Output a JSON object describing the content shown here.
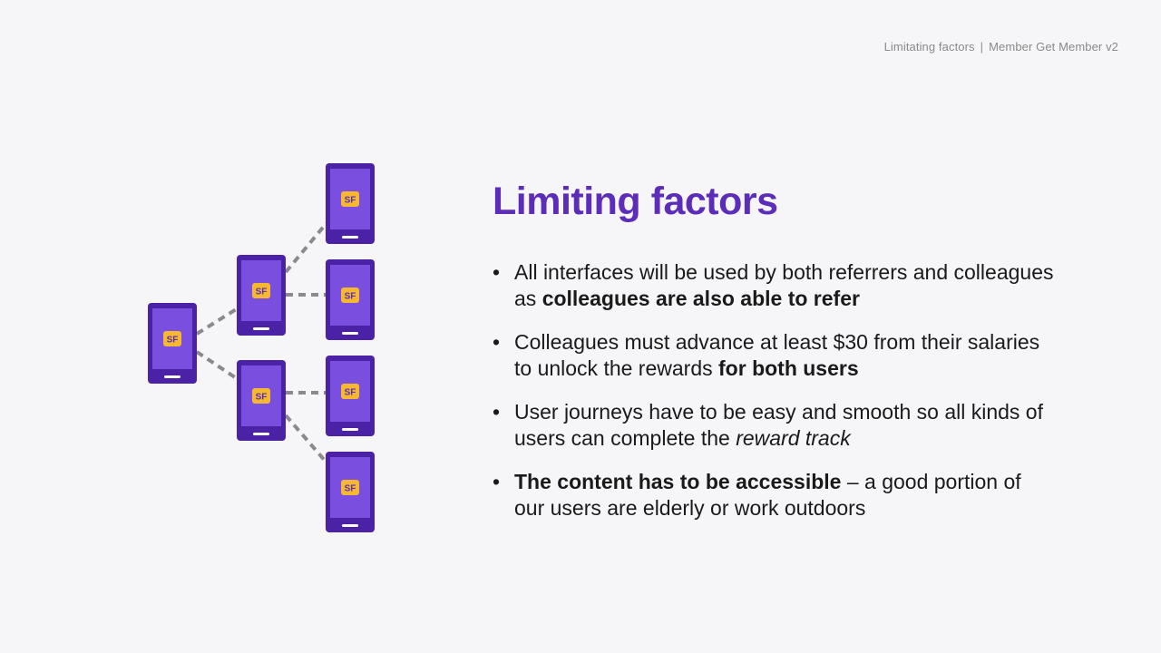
{
  "header": {
    "section": "Limitating  factors",
    "separator": "|",
    "deck": "Member Get Member v2"
  },
  "title": "Limiting factors",
  "bullets": [
    {
      "pre": "All interfaces will be used by both referrers and colleagues as ",
      "bold": "colleagues are also able to refer",
      "post": ""
    },
    {
      "pre": "Colleagues must advance at least $30 from their salaries to unlock the rewards ",
      "bold": "for both users",
      "post": ""
    },
    {
      "pre": "User journeys have to be easy and smooth so all kinds of users can complete the ",
      "italic": "reward track",
      "post": ""
    },
    {
      "bold_lead": "The content has to be accessible",
      "post": " – a good portion of our users are elderly or work outdoors"
    }
  ],
  "illustration": {
    "phone_badge": "SF",
    "icon": "phone-icon",
    "colors": {
      "phone_body": "#4b22a6",
      "phone_screen": "#7a4fe0",
      "badge": "#f5b82e",
      "connector": "#8a8a8a"
    }
  }
}
